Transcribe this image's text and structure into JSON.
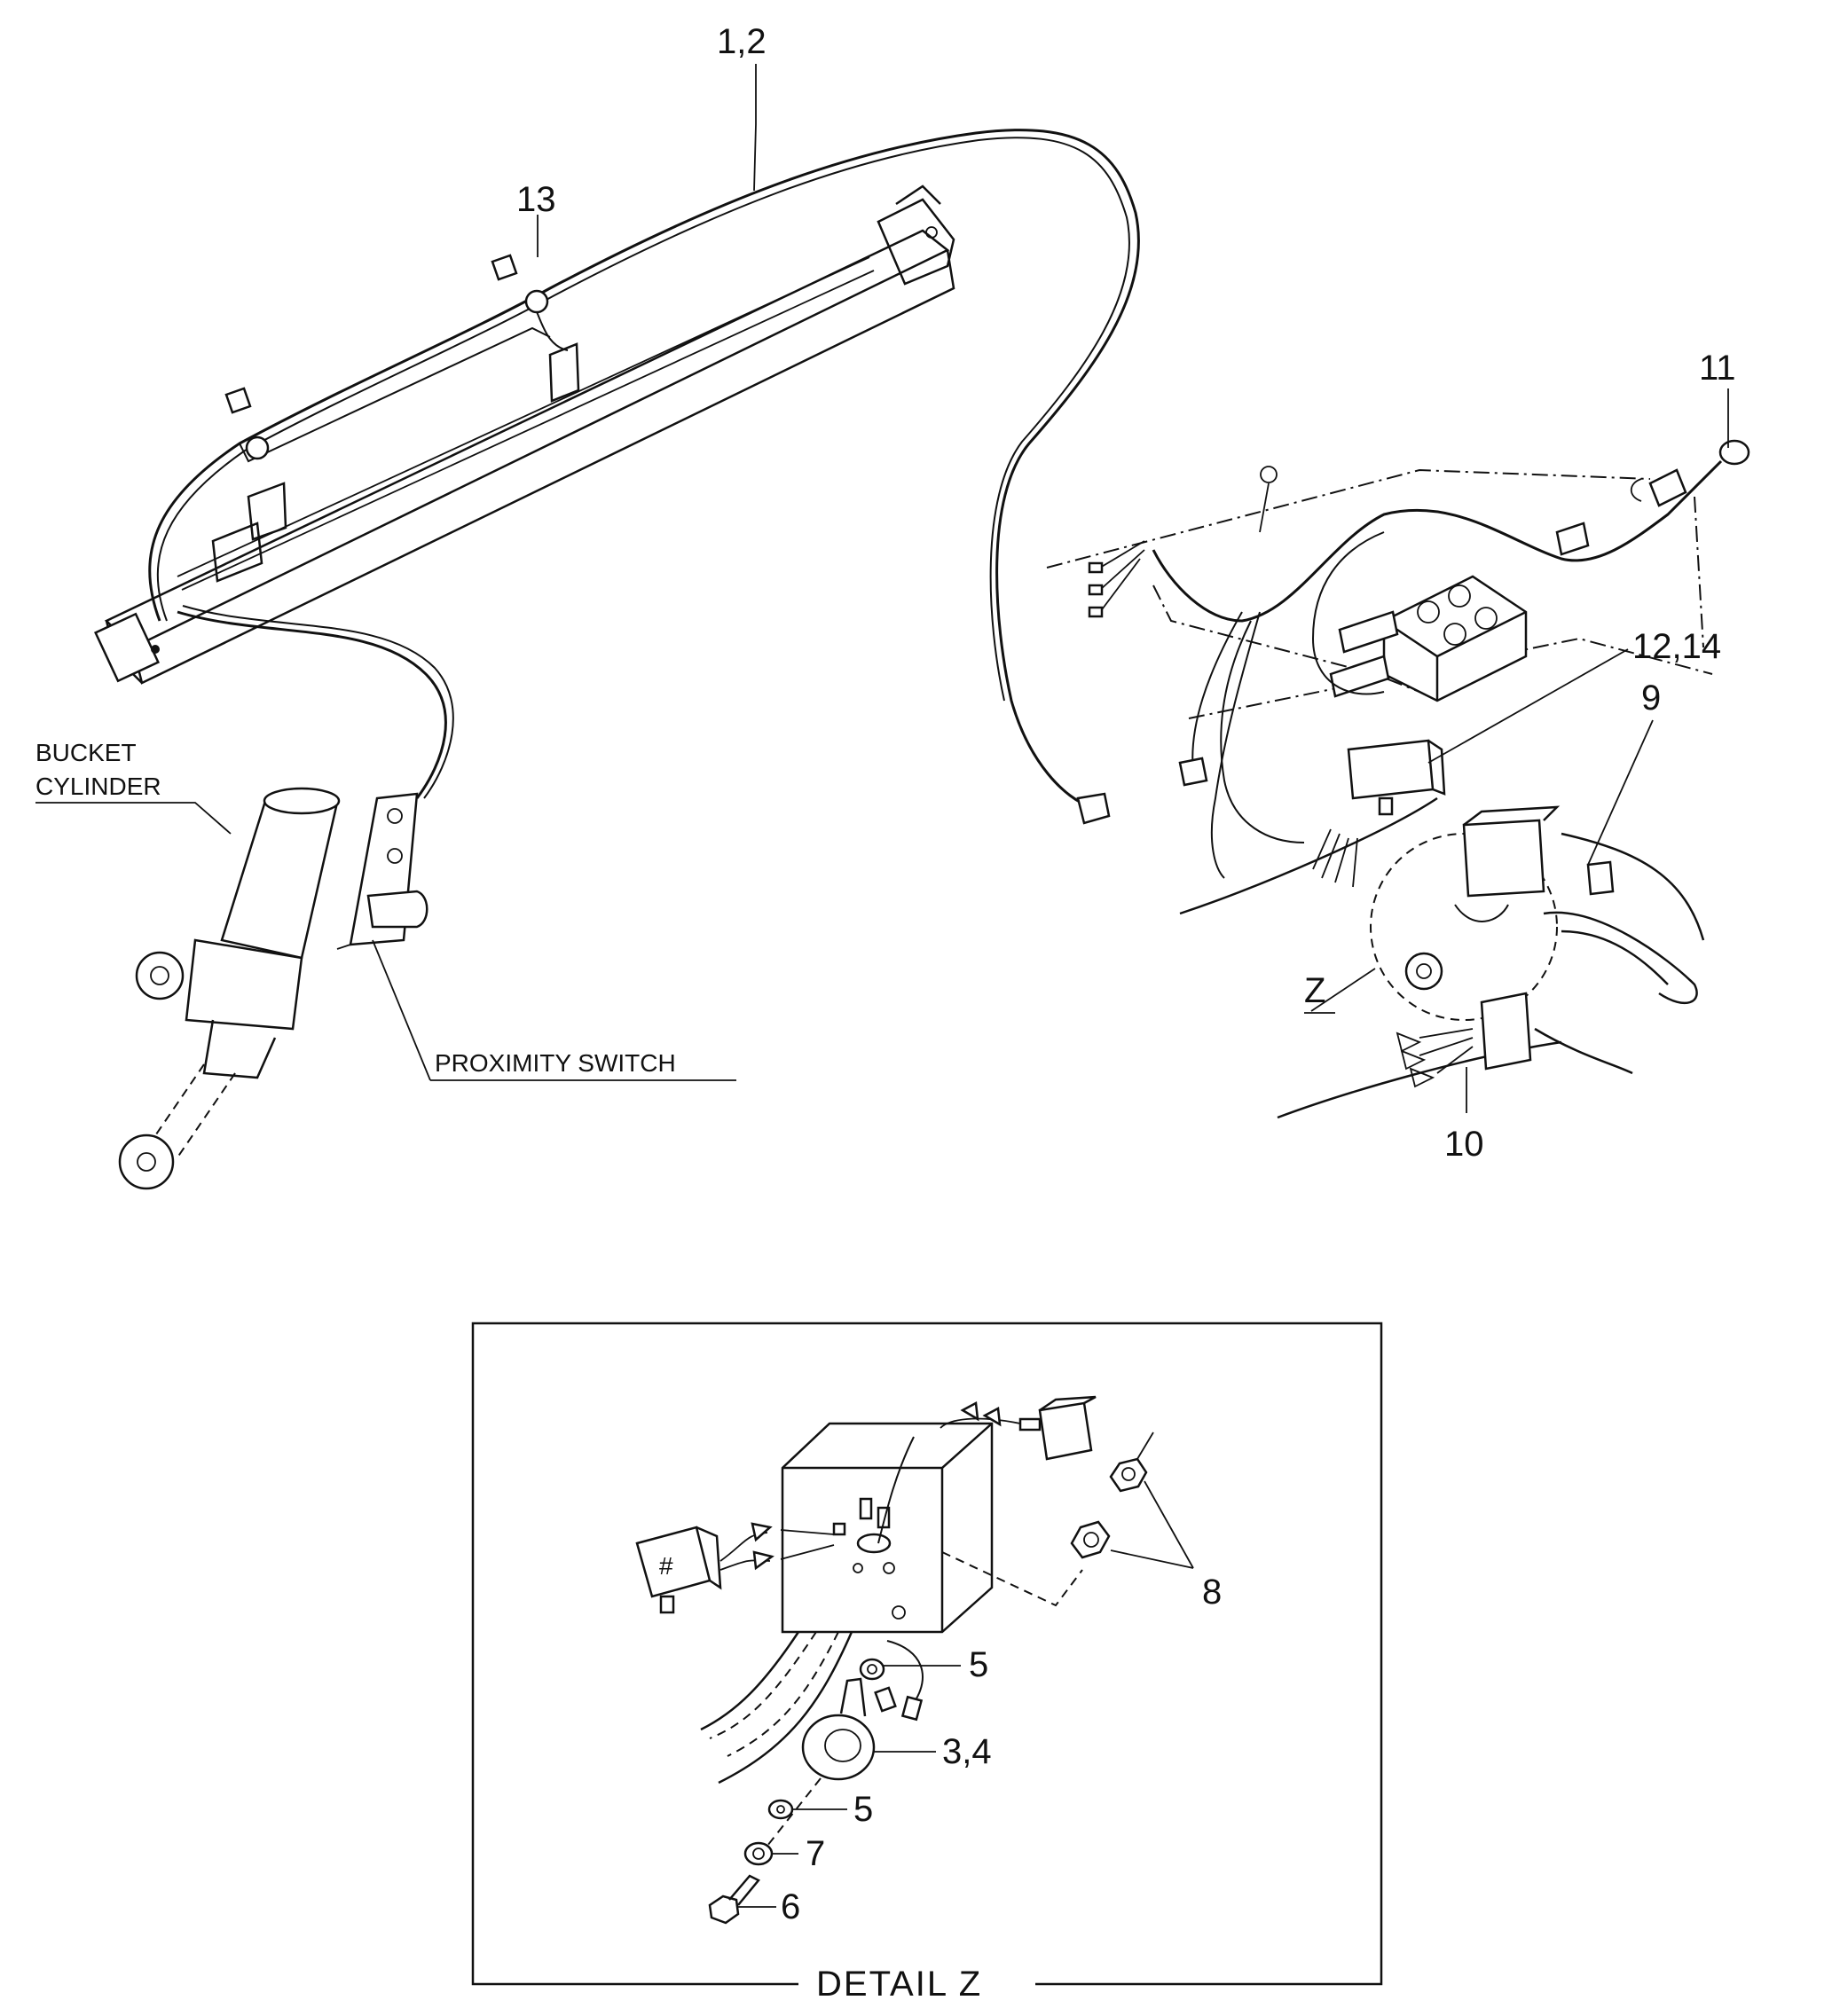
{
  "labels": {
    "item_1_2": "1,2",
    "item_13": "13",
    "item_11": "11",
    "item_12_14": "12,14",
    "item_9": "9",
    "item_z": "Z",
    "item_10": "10",
    "bucket_line1": "BUCKET",
    "bucket_line2": "CYLINDER",
    "proximity_switch": "PROXIMITY SWITCH"
  },
  "detail": {
    "title": "DETAIL  Z",
    "item_8": "8",
    "item_5a": "5",
    "item_3_4": "3,4",
    "item_5b": "5",
    "item_7": "7",
    "item_6": "6"
  }
}
